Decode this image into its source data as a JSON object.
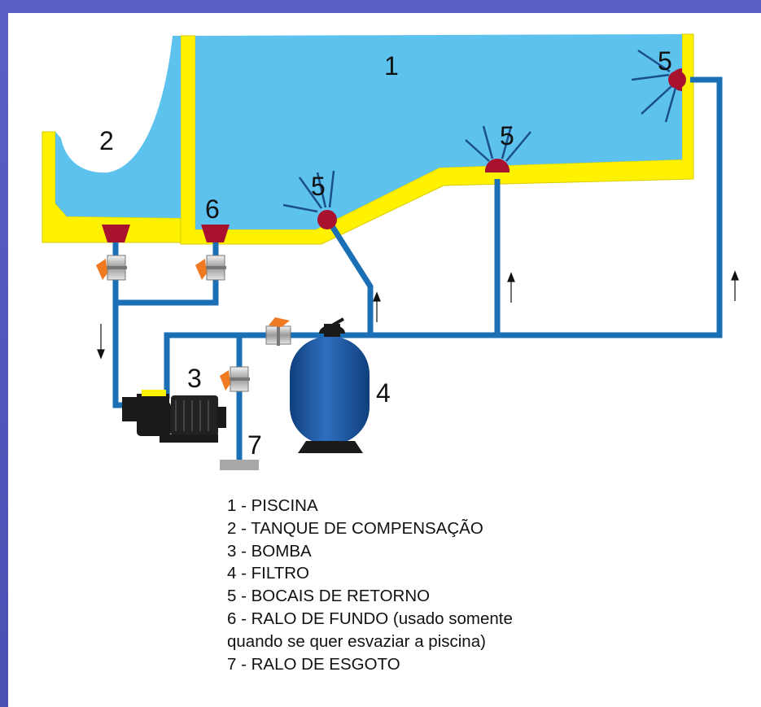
{
  "labels": {
    "pool": "1",
    "tank": "2",
    "pump": "3",
    "filter": "4",
    "nozzle": "5",
    "drain": "6",
    "sewer": "7"
  },
  "legend": [
    "1 - PISCINA",
    "2 - TANQUE DE COMPENSAÇÃO",
    "3 - BOMBA",
    "4 - FILTRO",
    "5 - BOCAIS DE RETORNO",
    "6 - RALO DE FUNDO (usado somente",
    "quando se quer esvaziar a piscina)",
    "7 - RALO DE ESGOTO"
  ],
  "colors": {
    "water": "#5ec2ee",
    "wall": "#fff200",
    "pipe": "#1b6fb5",
    "fitting": "#a8122e",
    "valve_handle": "#f07a22",
    "pump": "#1a1a1a",
    "filter": "#1e5aa0"
  }
}
